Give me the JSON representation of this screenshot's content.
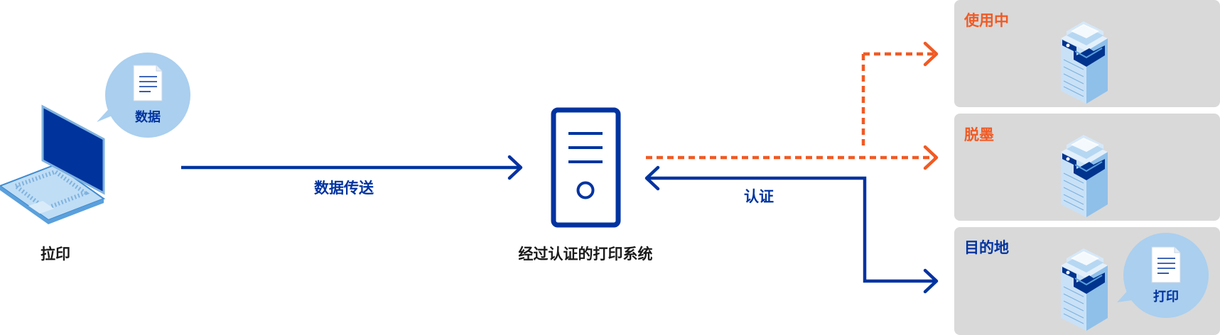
{
  "colors": {
    "navy": "#0033A0",
    "orange": "#F15A24",
    "panel": "#D9D9D9",
    "bubble": "#AACFEF",
    "text_dark": "#1A1A1A"
  },
  "labels": {
    "pull_print": "拉印",
    "data_bubble": "数据",
    "data_transfer": "数据传送",
    "server": "经过认证的打印系统",
    "auth": "认证",
    "print_bubble": "打印"
  },
  "destinations": [
    {
      "label": "使用中",
      "status": "busy"
    },
    {
      "label": "脱墨",
      "status": "out-of-ink"
    },
    {
      "label": "目的地",
      "status": "target"
    }
  ],
  "icons": {
    "laptop": "laptop-icon",
    "document": "document-icon",
    "server": "server-icon",
    "printer": "printer-icon"
  }
}
